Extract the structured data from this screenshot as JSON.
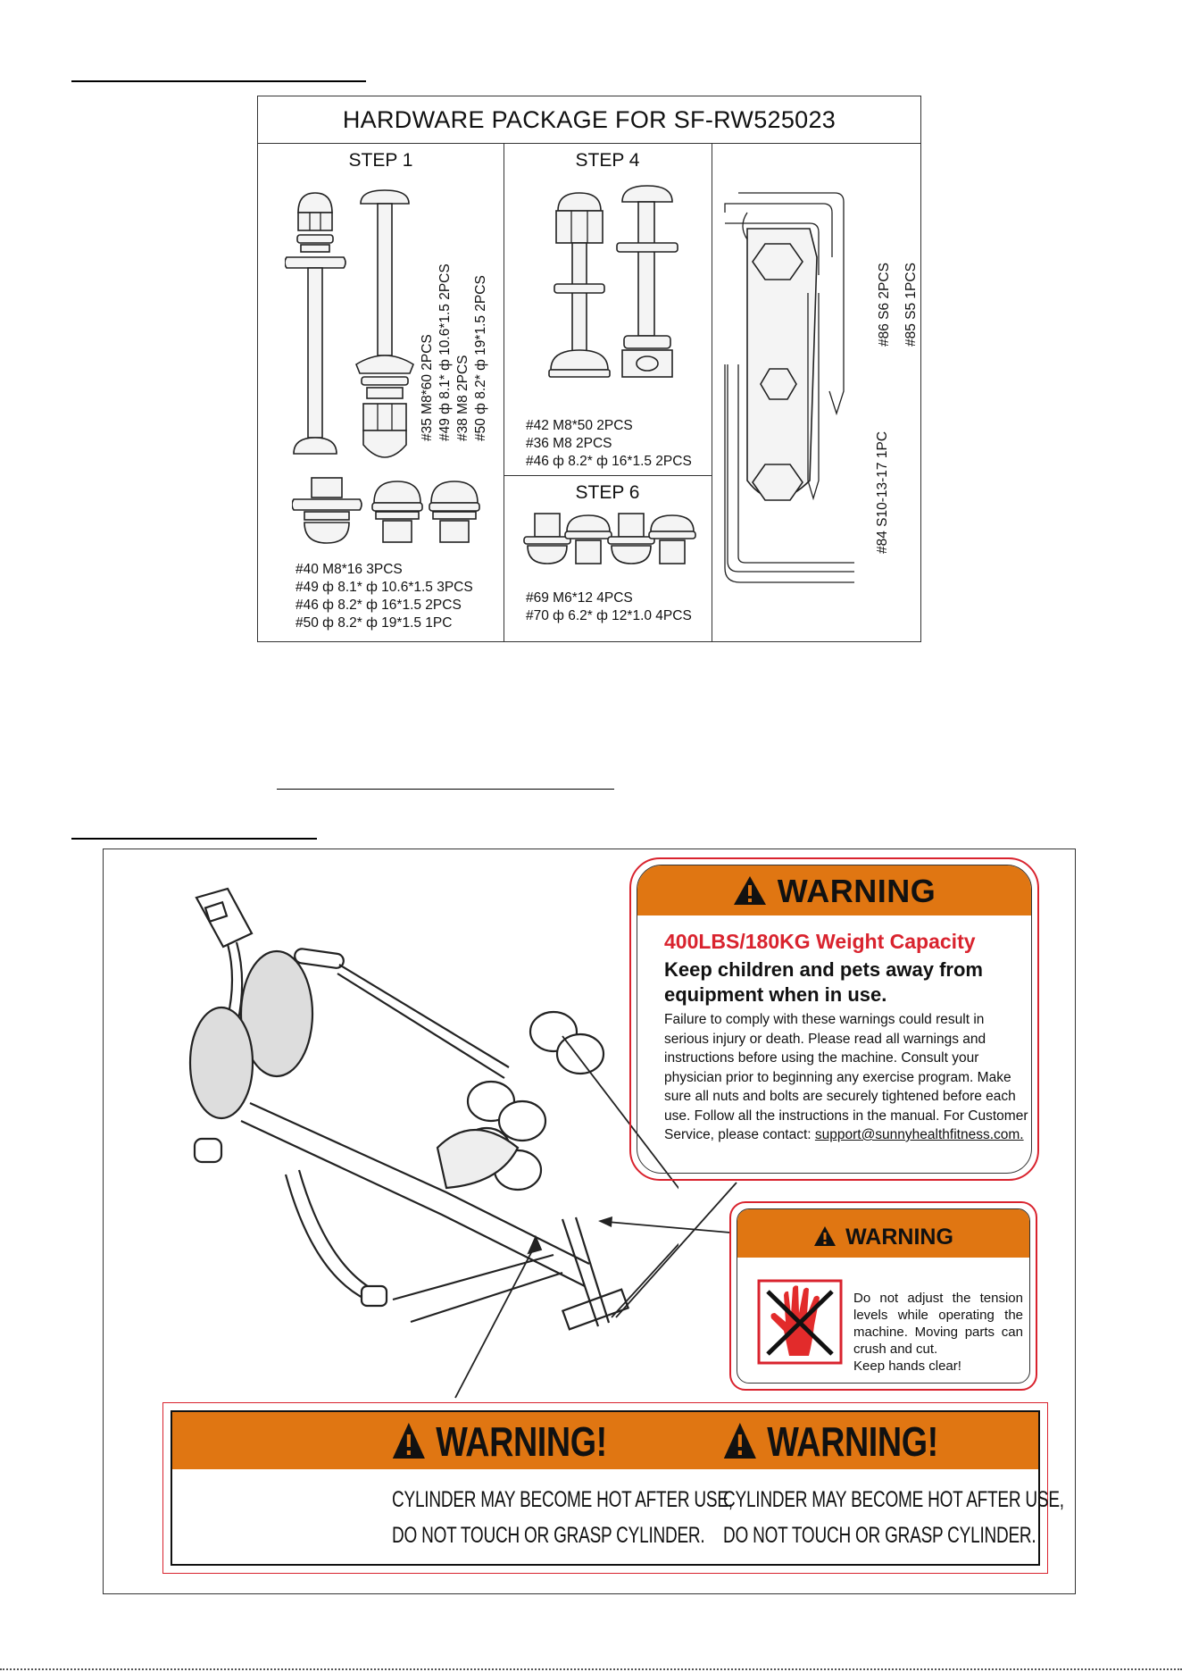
{
  "hardware": {
    "title": "HARDWARE PACKAGE FOR SF-RW525023",
    "step1": {
      "label": "STEP 1",
      "vertical_parts": [
        "#35 M8*60 2PCS",
        "#49 ф 8.1* ф 10.6*1.5 2PCS",
        "#38 M8 2PCS",
        "#50 ф 8.2* ф 19*1.5 2PCS"
      ],
      "parts": [
        "#40 M8*16 3PCS",
        "#49 ф 8.1* ф 10.6*1.5 3PCS",
        "#46 ф 8.2* ф 16*1.5 2PCS",
        "#50 ф 8.2* ф 19*1.5 1PC"
      ]
    },
    "step4": {
      "label": "STEP 4",
      "parts": [
        "#42 M8*50 2PCS",
        "#36 M8 2PCS",
        "#46 ф 8.2* ф 16*1.5 2PCS"
      ]
    },
    "step6": {
      "label": "STEP 6",
      "parts": [
        "#69 M6*12 4PCS",
        "#70 ф 6.2* ф 12*1.0 4PCS"
      ]
    },
    "tools": {
      "vertical_parts_right": [
        "#86 S6 2PCS",
        "#85 S5 1PCS"
      ],
      "vertical_part_left": "#84 S10-13-17 1PC"
    }
  },
  "warning_main": {
    "heading": "WARNING",
    "capacity": "400LBS/180KG Weight Capacity",
    "keep_away": "Keep children and pets away from equipment when in use.",
    "body": "Failure to comply with these warnings could result in serious injury or death. Please read all warnings and instructions before using the machine. Consult your physician prior to beginning any exercise program. Make sure all nuts and bolts are securely tightened before each use. Follow all the instructions in the manual. For Customer Service, please contact: ",
    "email": "support@sunnyhealthfitness.com."
  },
  "warning_tension": {
    "heading": "WARNING",
    "text": "Do not adjust the tension levels while operating the machine. Moving parts can crush and cut.",
    "last_line": "Keep hands clear!"
  },
  "warning_cylinder": {
    "heading_left": "WARNING!",
    "heading_right": "WARNING!",
    "line1_left": "CYLINDER MAY BECOME HOT AFTER USE,",
    "line2_left": "DO NOT TOUCH OR GRASP CYLINDER.",
    "line1_right": "CYLINDER MAY BECOME HOT AFTER USE,",
    "line2_right": "DO NOT TOUCH OR GRASP CYLINDER."
  },
  "colors": {
    "warning_orange": "#e07612",
    "warning_red": "#d9232e"
  }
}
